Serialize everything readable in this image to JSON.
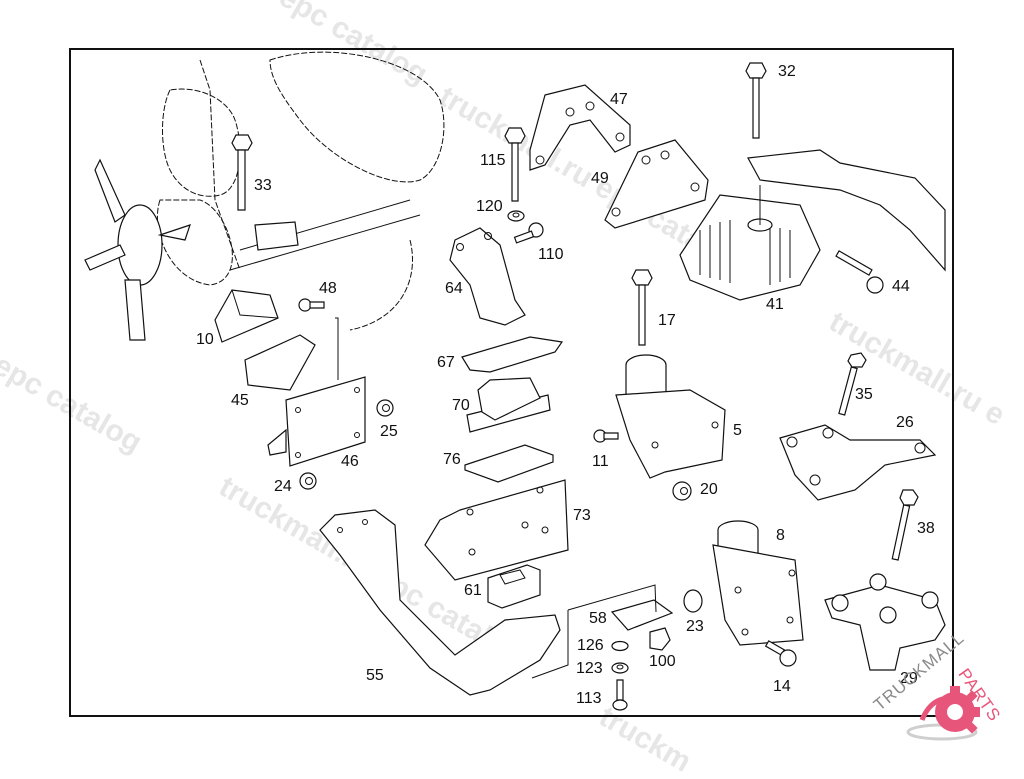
{
  "diagram": {
    "type": "exploded-parts-diagram",
    "subject": "engine mounting assembly",
    "callouts": [
      {
        "id": "c5",
        "label": "5"
      },
      {
        "id": "c8",
        "label": "8"
      },
      {
        "id": "c10",
        "label": "10"
      },
      {
        "id": "c11",
        "label": "11"
      },
      {
        "id": "c14",
        "label": "14"
      },
      {
        "id": "c17",
        "label": "17"
      },
      {
        "id": "c20",
        "label": "20"
      },
      {
        "id": "c23",
        "label": "23"
      },
      {
        "id": "c24",
        "label": "24"
      },
      {
        "id": "c25",
        "label": "25"
      },
      {
        "id": "c26",
        "label": "26"
      },
      {
        "id": "c29",
        "label": "29"
      },
      {
        "id": "c32",
        "label": "32"
      },
      {
        "id": "c33",
        "label": "33"
      },
      {
        "id": "c35",
        "label": "35"
      },
      {
        "id": "c38",
        "label": "38"
      },
      {
        "id": "c41",
        "label": "41"
      },
      {
        "id": "c44",
        "label": "44"
      },
      {
        "id": "c45",
        "label": "45"
      },
      {
        "id": "c46",
        "label": "46"
      },
      {
        "id": "c47",
        "label": "47"
      },
      {
        "id": "c48",
        "label": "48"
      },
      {
        "id": "c49",
        "label": "49"
      },
      {
        "id": "c55",
        "label": "55"
      },
      {
        "id": "c58",
        "label": "58"
      },
      {
        "id": "c61",
        "label": "61"
      },
      {
        "id": "c64",
        "label": "64"
      },
      {
        "id": "c67",
        "label": "67"
      },
      {
        "id": "c70",
        "label": "70"
      },
      {
        "id": "c73",
        "label": "73"
      },
      {
        "id": "c76",
        "label": "76"
      },
      {
        "id": "c100",
        "label": "100"
      },
      {
        "id": "c110",
        "label": "110"
      },
      {
        "id": "c113",
        "label": "113"
      },
      {
        "id": "c115",
        "label": "115"
      },
      {
        "id": "c120",
        "label": "120"
      },
      {
        "id": "c123",
        "label": "123"
      },
      {
        "id": "c126",
        "label": "126"
      }
    ]
  },
  "watermarks": [
    "epc catalog",
    "truckmall.ru epc catalog",
    "truckmall.ru epc catalog",
    "truckmall.ru epc catalog",
    "l epc catalog",
    "truckmall.ru e",
    "truckm"
  ],
  "logo": {
    "text_left": "TRUCKMALL",
    "text_right": "PARTS",
    "accent_color": "#e8557a",
    "text_color_left": "#8a8a8a"
  },
  "colors": {
    "line": "#111111",
    "background": "#ffffff",
    "watermark": "#e6e6e6"
  }
}
